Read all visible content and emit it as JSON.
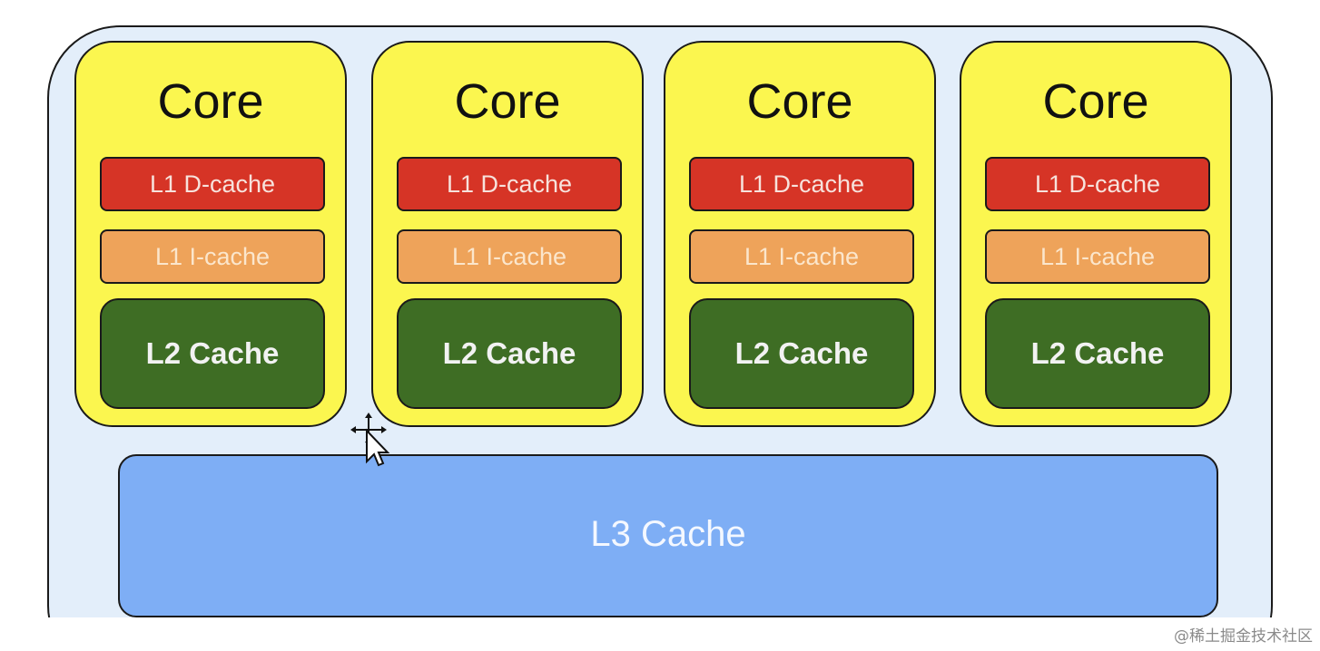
{
  "cores": [
    {
      "title": "Core",
      "l1d": "L1 D-cache",
      "l1i": "L1 I-cache",
      "l2": "L2 Cache"
    },
    {
      "title": "Core",
      "l1d": "L1 D-cache",
      "l1i": "L1 I-cache",
      "l2": "L2 Cache"
    },
    {
      "title": "Core",
      "l1d": "L1 D-cache",
      "l1i": "L1 I-cache",
      "l2": "L2 Cache"
    },
    {
      "title": "Core",
      "l1d": "L1 D-cache",
      "l1i": "L1 I-cache",
      "l2": "L2 Cache"
    }
  ],
  "l3": {
    "label": "L3 Cache"
  },
  "watermark": "@稀土掘金技术社区",
  "icons": {
    "cursor": "move-cursor-icon"
  },
  "colors": {
    "chip_bg": "#e3eefa",
    "core_bg": "#fbf64f",
    "l1d_bg": "#d63426",
    "l1i_bg": "#eea35a",
    "l2_bg": "#3e6d24",
    "l3_bg": "#7eaef5"
  }
}
